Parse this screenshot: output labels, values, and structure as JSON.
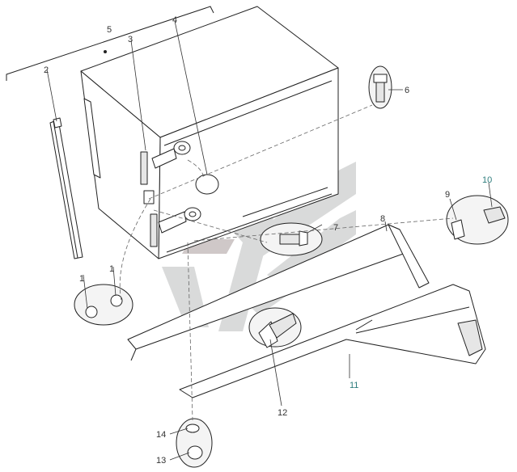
{
  "callouts": {
    "c1a": "1",
    "c1b": "1",
    "c2": "2",
    "c3": "3",
    "c4": "4",
    "c5": "5",
    "c6": "6",
    "c7": "7",
    "c8": "8",
    "c9": "9",
    "c10": "10",
    "c11": "11",
    "c12": "12",
    "c13": "13",
    "c14": "14"
  },
  "colors": {
    "line": "#222222",
    "watermark": "#d9dada",
    "callout_teal": "#2e7d7d"
  }
}
